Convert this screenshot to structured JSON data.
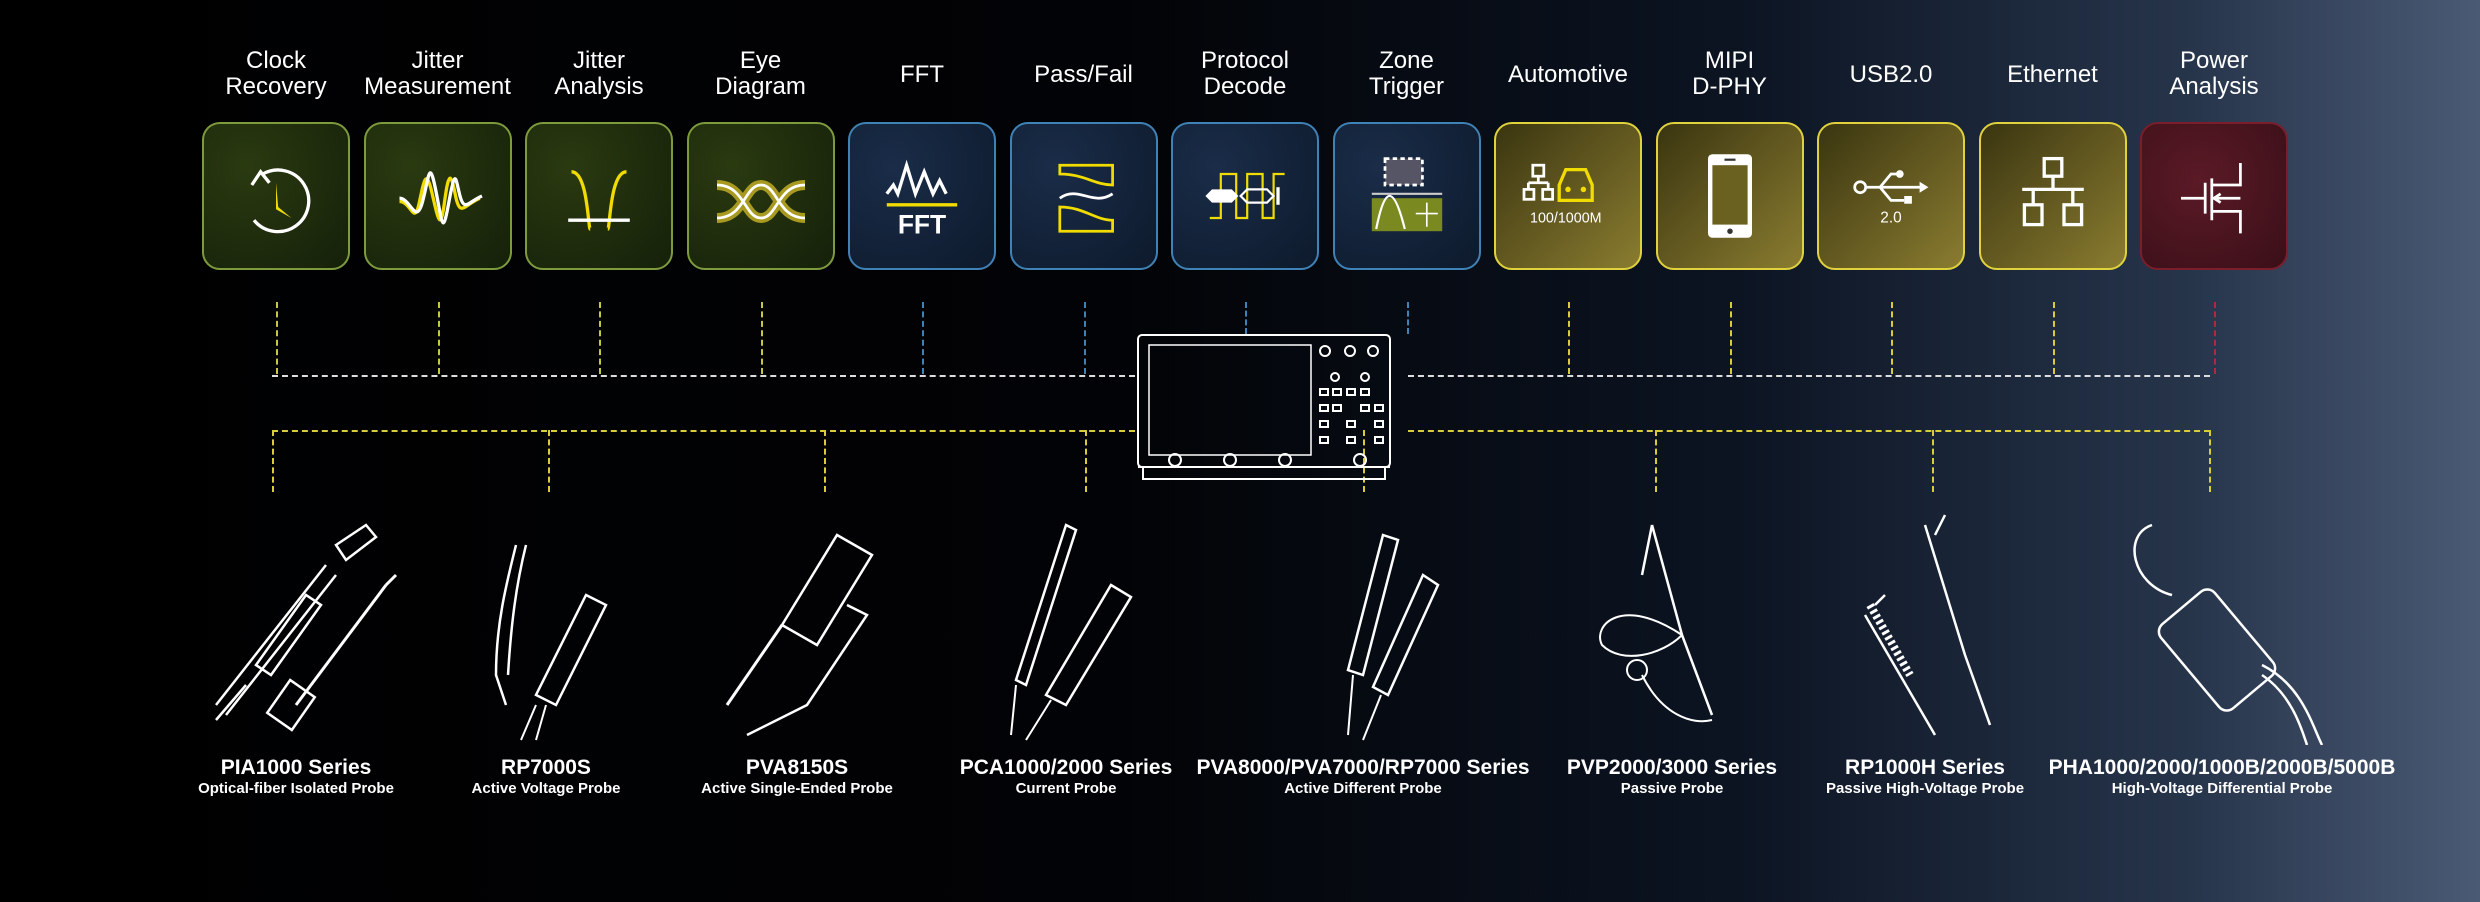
{
  "functions": [
    {
      "label": "Clock\nRecovery",
      "icon": "clock-recovery-icon",
      "group": "green"
    },
    {
      "label": "Jitter\nMeasurement",
      "icon": "jitter-waveform-icon",
      "group": "green"
    },
    {
      "label": "Jitter\nAnalysis",
      "icon": "jitter-analysis-icon",
      "group": "green"
    },
    {
      "label": "Eye\nDiagram",
      "icon": "eye-diagram-icon",
      "group": "green"
    },
    {
      "label": "FFT",
      "icon": "fft-icon",
      "icon_text": "FFT",
      "group": "blue"
    },
    {
      "label": "Pass/Fail",
      "icon": "pass-fail-mask-icon",
      "group": "blue"
    },
    {
      "label": "Protocol\nDecode",
      "icon": "protocol-decode-icon",
      "group": "blue"
    },
    {
      "label": "Zone\nTrigger",
      "icon": "zone-trigger-icon",
      "group": "blue"
    },
    {
      "label": "Automotive",
      "icon": "automotive-network-icon",
      "icon_text": "100/1000M",
      "group": "yellow"
    },
    {
      "label": "MIPI\nD-PHY",
      "icon": "phone-icon",
      "group": "yellow"
    },
    {
      "label": "USB2.0",
      "icon": "usb-icon",
      "icon_text": "2.0",
      "group": "yellow"
    },
    {
      "label": "Ethernet",
      "icon": "ethernet-network-icon",
      "group": "yellow"
    },
    {
      "label": "Power\nAnalysis",
      "icon": "mosfet-icon",
      "group": "red"
    }
  ],
  "probes": [
    {
      "name": "PIA1000 Series",
      "desc": "Optical-fiber Isolated Probe"
    },
    {
      "name": "RP7000S",
      "desc": "Active Voltage Probe"
    },
    {
      "name": "PVA8150S",
      "desc": "Active Single-Ended Probe"
    },
    {
      "name": "PCA1000/2000 Series",
      "desc": "Current Probe"
    },
    {
      "name": "PVA8000/PVA7000/RP7000 Series",
      "desc": "Active Different Probe"
    },
    {
      "name": "PVP2000/3000 Series",
      "desc": "Passive Probe"
    },
    {
      "name": "RP1000H Series",
      "desc": "Passive High-Voltage Probe"
    },
    {
      "name": "PHA1000/2000/1000B/2000B/5000B",
      "desc": "High-Voltage Differential Probe"
    }
  ],
  "colors": {
    "green": "#7d9b3c",
    "blue": "#3f82b5",
    "yellow": "#e0d23c",
    "red": "#b02a3c",
    "accent": "#f0dc00"
  }
}
